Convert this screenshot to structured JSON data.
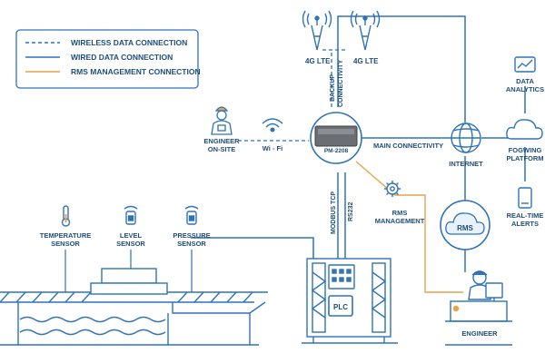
{
  "colors": {
    "primary": "#2f73b8",
    "text": "#1f4e7a",
    "rms": "#e8a24a",
    "cloud_fill": "#e9f2fb"
  },
  "legend": {
    "wireless": "WIRELESS DATA CONNECTION",
    "wired": "WIRED DATA CONNECTION",
    "rms": "RMS MANAGEMENT CONNECTION"
  },
  "nodes": {
    "router_model": "PM-2208",
    "lte_left": "4G LTE",
    "lte_right": "4G LTE",
    "backup_line1": "BACKUP",
    "backup_line2": "CONNECTIVITY",
    "engineer_onsite_line1": "ENGINEER",
    "engineer_onsite_line2": "ON-SITE",
    "wifi": "Wi - Fi",
    "main_connectivity": "MAIN CONNECTIVITY",
    "internet": "INTERNET",
    "data_analytics_line1": "DATA",
    "data_analytics_line2": "ANALYTICS",
    "fogwing_line1": "FOGWING",
    "fogwing_line2": "PLATFORM",
    "alerts_line1": "REAL-TIME",
    "alerts_line2": "ALERTS",
    "rms_cloud": "RMS",
    "rms_mgmt_line1": "RMS",
    "rms_mgmt_line2": "MANAGEMENT",
    "modbus": "MODBUS TCP",
    "rs232": "RS232",
    "plc": "PLC",
    "engineer": "ENGINEER",
    "temp_line1": "TEMPERATURE",
    "temp_line2": "SENSOR",
    "level_line1": "LEVEL",
    "level_line2": "SENSOR",
    "pressure_line1": "PRESSURE",
    "pressure_line2": "SENSOR"
  }
}
